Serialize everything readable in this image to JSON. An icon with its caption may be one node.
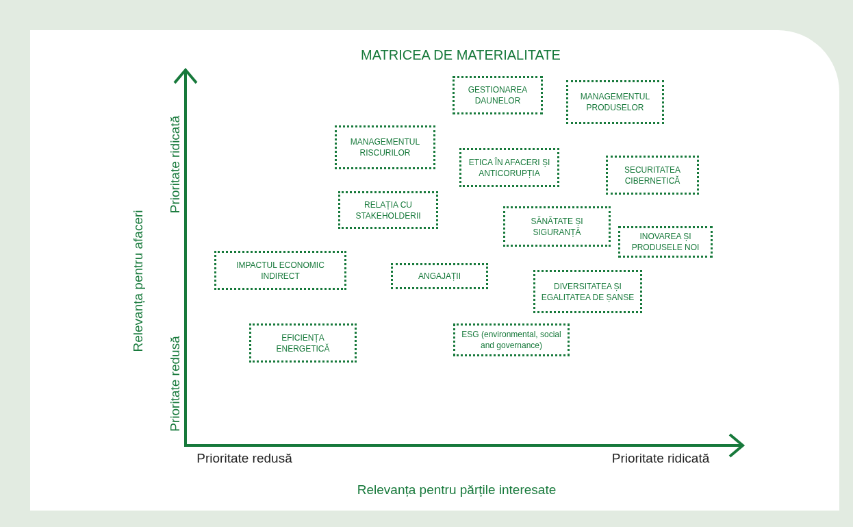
{
  "diagram": {
    "title": "MATRICEA DE MATERIALITATE",
    "nodes": [
      {
        "text": [
          "GESTIONAREA DAUNELOR"
        ]
      },
      {
        "text": [
          "MANAGEMENTUL PRODUSELOR"
        ]
      },
      {
        "text": [
          "MANAGEMENTUL RISCURILOR"
        ]
      },
      {
        "text": [
          "ETICA ÎN AFACERI ȘI ANTICORUPȚIA"
        ]
      },
      {
        "text": [
          "SECURITATEA CIBERNETICĂ"
        ]
      },
      {
        "text": [
          "RELAȚIA CU STAKEHOLDERII"
        ]
      },
      {
        "text": [
          "SĂNĂTATE ȘI SIGURANȚĂ"
        ]
      },
      {
        "text": [
          "INOVAREA ȘI PRODUSELE NOI"
        ]
      },
      {
        "text": [
          "IMPACTUL ECONOMIC INDIRECT"
        ]
      },
      {
        "text": [
          "ANGAJAȚII"
        ]
      },
      {
        "text": [
          "DIVERSITATEA ȘI EGALITATEA DE ȘANSE"
        ]
      },
      {
        "text": [
          "EFICIENȚA ENERGETICĂ"
        ]
      },
      {
        "text": [
          "ESG (environmental, social and governance)"
        ]
      }
    ],
    "labels": [
      "Prioritate ridicată",
      "Prioritate redusă",
      "Relevanța pentru afaceri",
      "Prioritate redusă",
      "Prioritate ridicată",
      "Relevanța pentru părțile interesate"
    ]
  }
}
